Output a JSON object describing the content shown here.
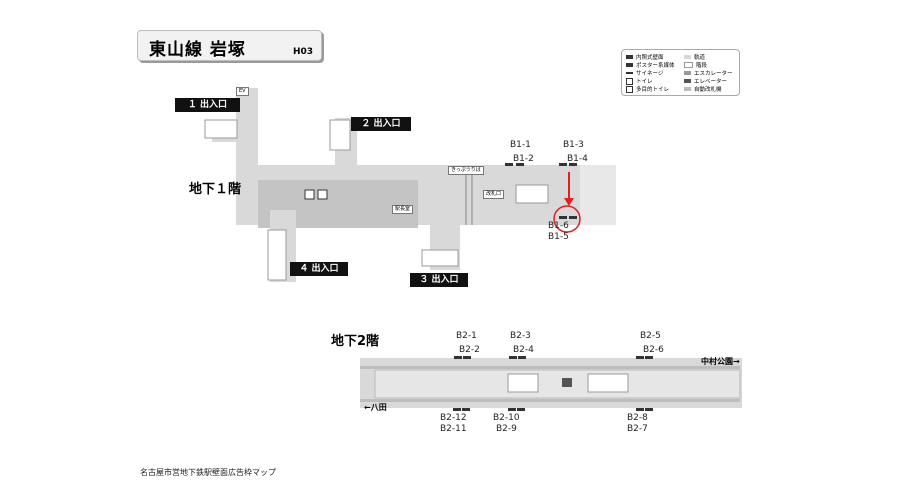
{
  "title": {
    "main": "東山線 岩塚",
    "code": "H03"
  },
  "floors": {
    "b1": "地下１階",
    "b2": "地下2階"
  },
  "exits": [
    {
      "label": "１ 出入口"
    },
    {
      "label": "２ 出入口"
    },
    {
      "label": "３ 出入口"
    },
    {
      "label": "４ 出入口"
    }
  ],
  "b1_codes": [
    "B1-1",
    "B1-2",
    "B1-3",
    "B1-4",
    "B1-6",
    "B1-5"
  ],
  "b2_codes_top": [
    "B2-1",
    "B2-2",
    "B2-3",
    "B2-4",
    "B2-5",
    "B2-6"
  ],
  "b2_codes_bottom": [
    "B2-12",
    "B2-11",
    "B2-10",
    "B2-9",
    "B2-8",
    "B2-7"
  ],
  "directions": {
    "east": "中村公園→",
    "west": "←八田"
  },
  "rooms": {
    "ticket_gate_area": "きっぷうりば",
    "office": "駅長室",
    "gate": "改札口",
    "ev": "EV"
  },
  "legend": {
    "items": [
      "内照式壁面",
      "ポスター系媒体",
      "サイネージ",
      "トイレ",
      "多目的トイレ",
      "軌道",
      "階段",
      "エスカレーター",
      "エレベーター",
      "自動改札機"
    ]
  },
  "footer": "名古屋市営地下鉄駅壁面広告枠マップ",
  "colors": {
    "floor": "#d9d9d9",
    "dark_floor": "#bdbdbd",
    "highlight": "#e02020",
    "tag_bg": "#111111"
  }
}
